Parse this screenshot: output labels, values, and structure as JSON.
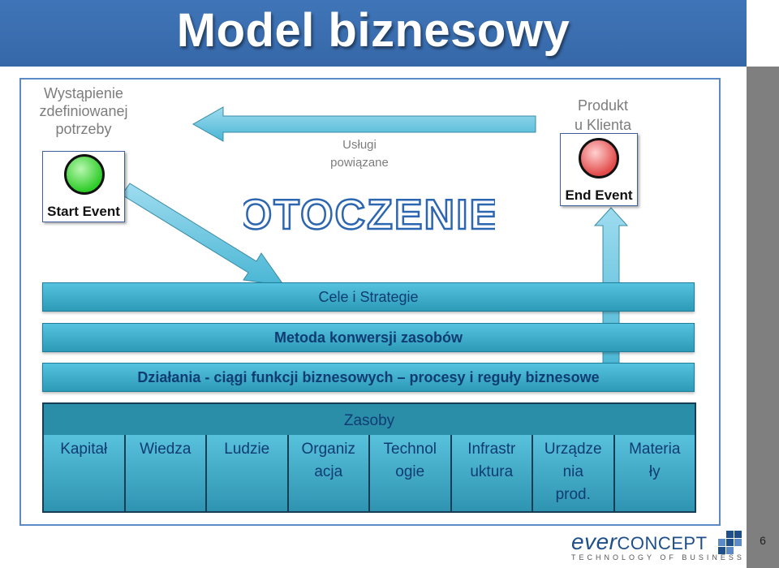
{
  "title": "Model biznesowy",
  "need_text": [
    "Wystąpienie",
    "zdefiniowanej",
    "potrzeby"
  ],
  "product_text": [
    "Produkt",
    "u Klienta"
  ],
  "related_services": [
    "Usługi",
    "powiązane"
  ],
  "start_event": "Start Event",
  "end_event": "End Event",
  "environment": "OTOCZENIE",
  "bars": {
    "goals": "Cele i Strategie",
    "method": "Metoda konwersji zasobów",
    "actions": "Działania - ciągi funkcji biznesowych – procesy i reguły biznesowe"
  },
  "resources": {
    "title": "Zasoby",
    "items": [
      "Kapitał",
      "Wiedza",
      "Ludzie",
      "Organiz\nacja",
      "Technol\nogie",
      "Infrastr\nuktura",
      "Urządze\nnia\nprod.",
      "Materia\nły"
    ]
  },
  "logo": {
    "brand_part1": "ever",
    "brand_part2": "CONCEPT",
    "tagline": "TECHNOLOGY OF BUSINESS"
  },
  "page_number": "6",
  "colors": {
    "header": "#3668a8",
    "bar_fill": "#3aabc9",
    "bar_text": "#0f3c73",
    "arrow": "#5fc2dc",
    "start": "#2fcc2a",
    "end": "#e24a4a"
  },
  "icons": {
    "start": "green-circle-icon",
    "end": "red-circle-icon",
    "logo": "blue-grid-icon"
  }
}
